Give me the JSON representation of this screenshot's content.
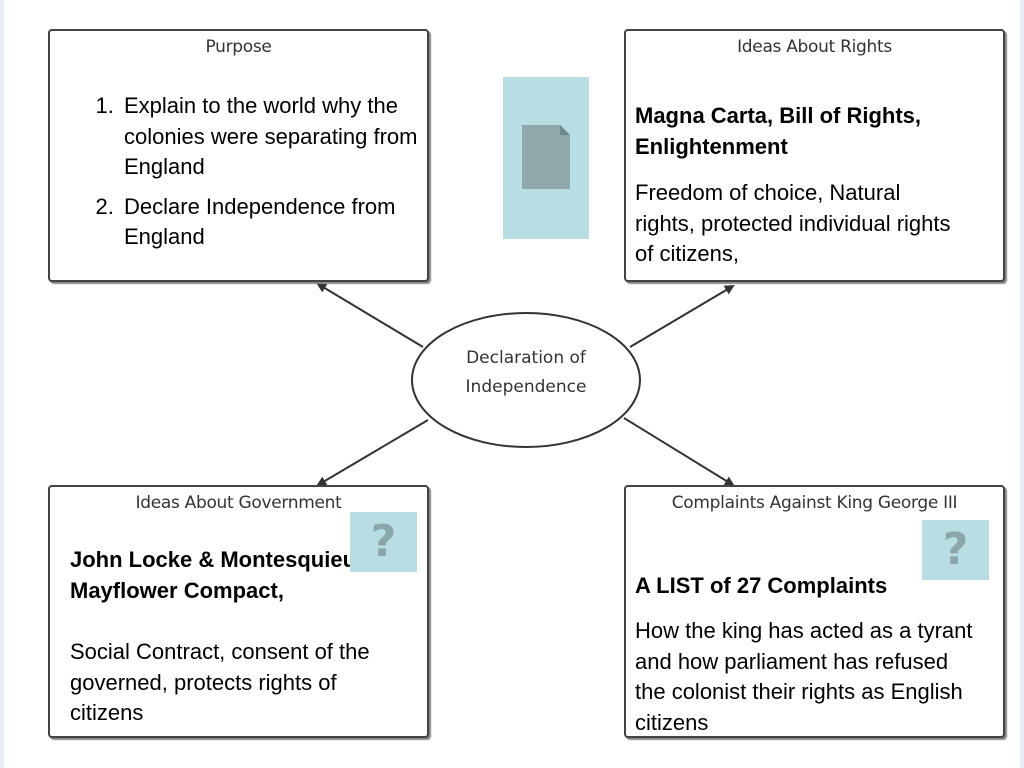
{
  "center": {
    "line1": "Declaration of",
    "line2": "Independence"
  },
  "purpose": {
    "title": "Purpose",
    "items": [
      "Explain to the world why the colonies were separating from England",
      "Declare Independence from England"
    ]
  },
  "rights": {
    "title": "Ideas About Rights",
    "heading": "Magna Carta, Bill of Rights, Enlightenment",
    "text": "Freedom of choice, Natural rights, protected individual rights of citizens,"
  },
  "government": {
    "title": "Ideas About Government",
    "heading": "John Locke & Montesquieu, Mayflower Compact,",
    "text": "Social Contract, consent of the governed, protects rights of citizens"
  },
  "complaints": {
    "title": "Complaints Against King George III",
    "heading": "A LIST of 27 Complaints",
    "text": "How the king has acted as a tyrant and how parliament has refused the colonist their rights as English citizens"
  },
  "icons": {
    "document": "document-icon",
    "question": "?",
    "tile_color": "#b8dde2"
  }
}
